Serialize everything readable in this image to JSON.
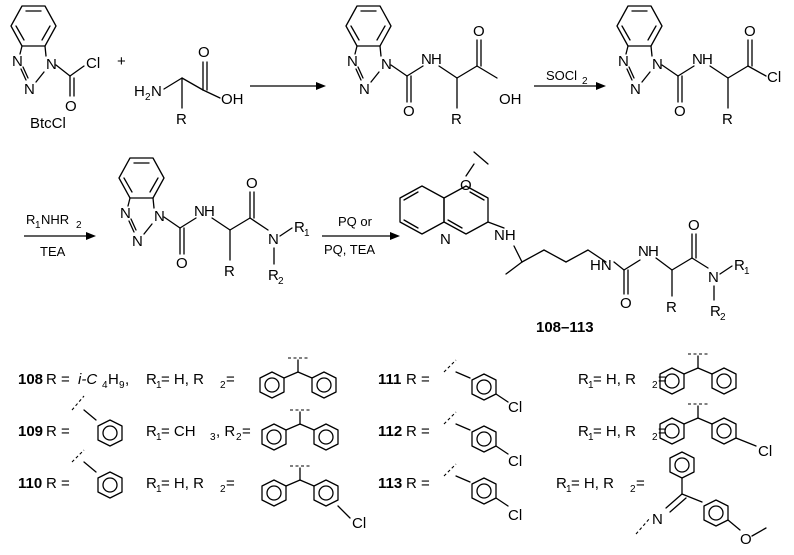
{
  "reagents": {
    "btccl_label": "BtcCl",
    "plus": "+",
    "soCl2": "SOCl",
    "soCl2_sub": "2",
    "amine_r1": "R",
    "amine_r1_sub": "1",
    "amine_nh": "NHR",
    "amine_r2_sub": "2",
    "tea": "TEA",
    "pq_or": "PQ or",
    "pq_tea": "PQ, TEA"
  },
  "atoms": {
    "N": "N",
    "H": "H",
    "O": "O",
    "Cl": "Cl",
    "OH": "OH",
    "H2N_H": "H",
    "H2N_2": "2",
    "H2N_N": "N",
    "R": "R",
    "NH": "NH",
    "HN": "HN",
    "R1": "R",
    "R1_sub": "1",
    "R2": "R",
    "R2_sub": "2"
  },
  "compounds": {
    "range": "108–113",
    "c108": {
      "num": "108",
      "r": "R = ",
      "r_val": "i-C",
      "r_val_sub": "4",
      "r_tail": "H",
      "r_tail_sub": "9",
      "r12": "R",
      "r12_text": " = H, R",
      "r12_end": " ="
    },
    "c109": {
      "num": "109",
      "r": "R =",
      "r12_text": " = CH",
      "r12_sub3": "3",
      "r12_mid": ", R",
      "r12_end": " ="
    },
    "c110": {
      "num": "110",
      "r": "R =",
      "r12_text": " = H, R",
      "r12_end": " ="
    },
    "c111": {
      "num": "111",
      "r": "R =",
      "r12_text": " = H, R",
      "r12_end": " ="
    },
    "c112": {
      "num": "112",
      "r": "R =",
      "r12_text": " = H, R",
      "r12_end": " ="
    },
    "c113": {
      "num": "113",
      "r": "R =",
      "r12_text": " = H, R",
      "r12_end": " ="
    }
  },
  "substituents": {
    "Cl": "Cl",
    "N": "N"
  }
}
